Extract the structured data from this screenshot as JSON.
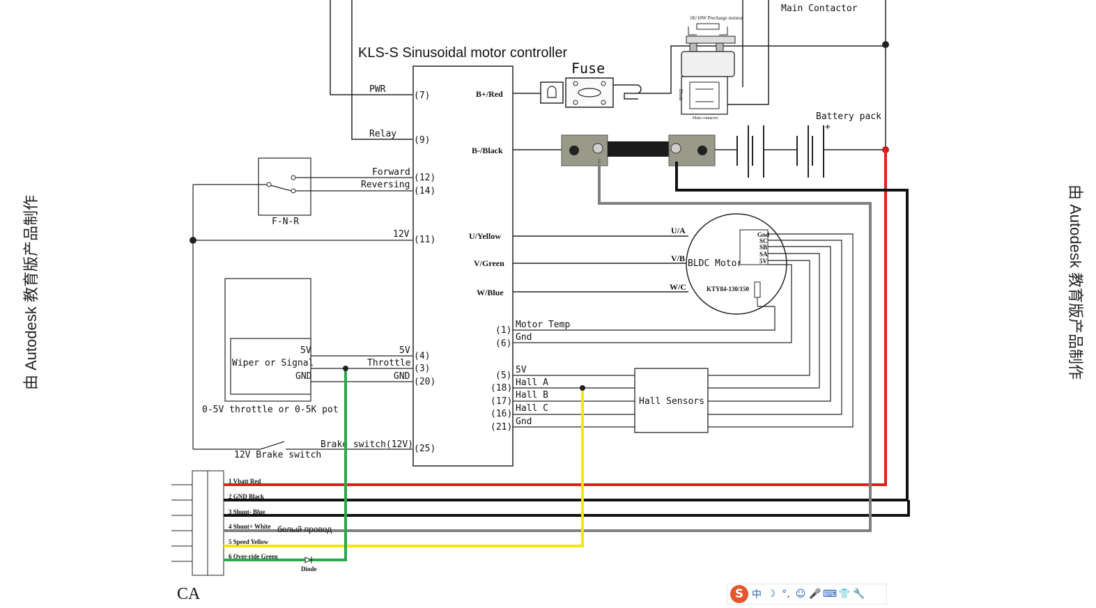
{
  "title": "KLS-S Sinusoidal motor controller",
  "labels": {
    "main_contactor": "Main Contactor",
    "fuse": "Fuse",
    "precharge": "1K/10W Precharge resistor",
    "diode_small": "Diode",
    "main_contactor_small": "Main contactor",
    "battery_pack": "Battery pack",
    "battery_plus": "+",
    "fnr": "F-N-R",
    "throttle_caption": "0-5V throttle or 0-5K pot",
    "wiper_or_signal": "Wiper or Signal",
    "pot_5v": "5V",
    "pot_gnd": "GND",
    "brake_switch": "12V Brake switch",
    "bldc_motor": "BLDC Motor",
    "kty": "KTY84-130/150",
    "hall_sensors": "Hall Sensors",
    "ca": "CA",
    "diode": "Diode",
    "white_wire": "белый провод"
  },
  "controller_pins_left": [
    {
      "name": "PWR",
      "pin": "(7)"
    },
    {
      "name": "Relay",
      "pin": "(9)"
    },
    {
      "name": "Forward",
      "pin": "(12)"
    },
    {
      "name": "Reversing",
      "pin": "(14)"
    },
    {
      "name": "12V",
      "pin": "(11)"
    },
    {
      "name": "5V",
      "pin": "(4)"
    },
    {
      "name": "Throttle",
      "pin": "(3)"
    },
    {
      "name": "GND",
      "pin": "(20)"
    },
    {
      "name": "Brake switch(12V)",
      "pin": "(25)"
    }
  ],
  "controller_pins_right": [
    "B+/Red",
    "B-/Black",
    "U/Yellow",
    "V/Green",
    "W/Blue"
  ],
  "motor_phases": [
    "U/A",
    "V/B",
    "W/C"
  ],
  "motor_connector_pins": [
    "Gnd",
    "SC",
    "SB",
    "SA",
    "5V"
  ],
  "sensor_pins": [
    {
      "pin": "(1)",
      "name": "Motor Temp"
    },
    {
      "pin": "(6)",
      "name": "Gnd"
    },
    {
      "pin": "(5)",
      "name": "5V"
    },
    {
      "pin": "(18)",
      "name": "Hall A"
    },
    {
      "pin": "(17)",
      "name": "Hall B"
    },
    {
      "pin": "(16)",
      "name": "Hall C"
    },
    {
      "pin": "(21)",
      "name": "Gnd"
    }
  ],
  "connector_wires": [
    {
      "label": "1 Vbatt Red",
      "color": "#e0201e"
    },
    {
      "label": "2 GND Black",
      "color": "#111111"
    },
    {
      "label": "3 Shunt- Blue",
      "color": "#111111"
    },
    {
      "label": "4 Shunt+ White",
      "color": "#808080"
    },
    {
      "label": "5 Speed  Yellow",
      "color": "#f2e416"
    },
    {
      "label": "6 Over-ride Green",
      "color": "#2aa84a"
    }
  ],
  "watermark": "由 Autodesk 教育版产品制作",
  "ime_toolbar": {
    "logo": "S",
    "items": [
      "中",
      "☽",
      "°,",
      "☺",
      "🎤",
      "⌨",
      "👕",
      "🔧"
    ]
  }
}
